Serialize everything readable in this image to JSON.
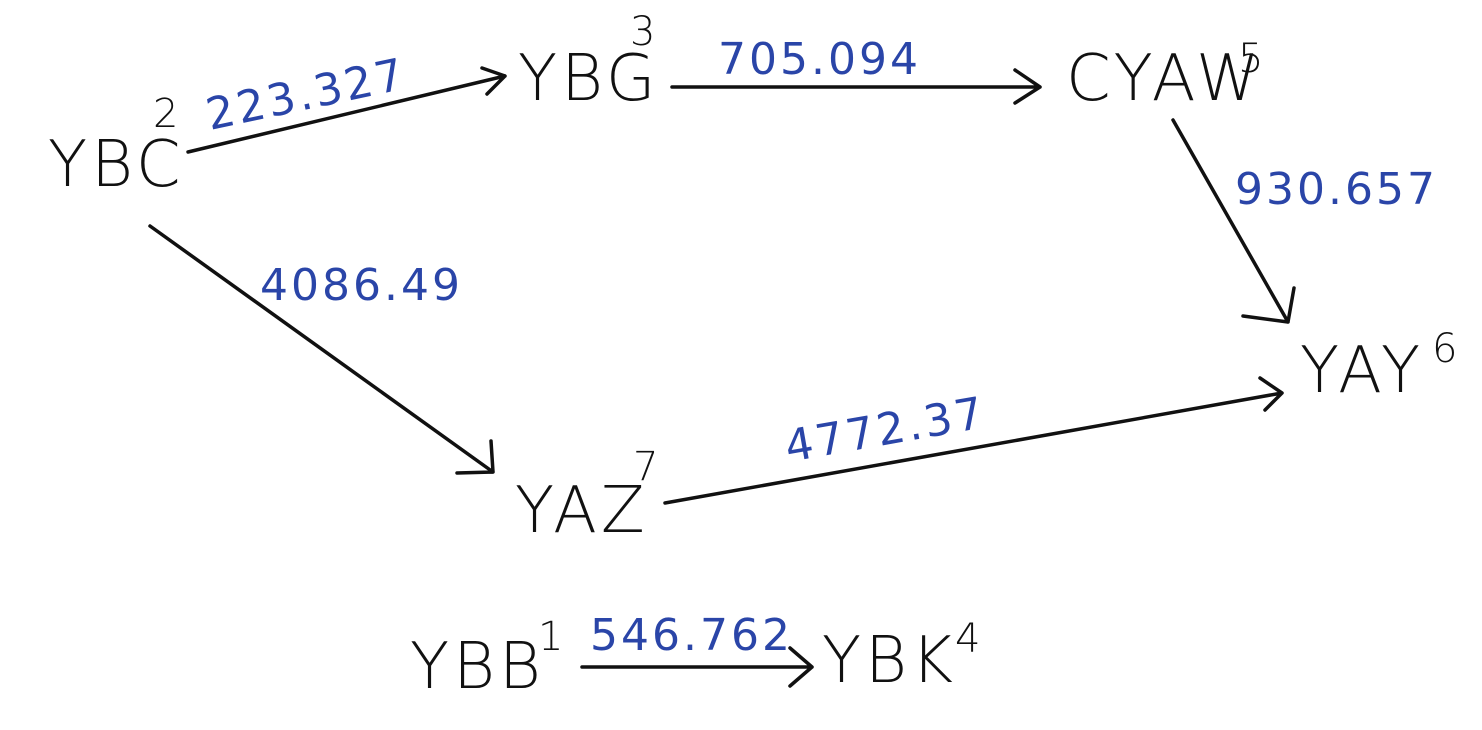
{
  "colors": {
    "ink": "#111111",
    "weight_ink": "#2a45a8",
    "background": "#ffffff"
  },
  "nodes": [
    {
      "id": "YBC",
      "label": "YBC",
      "index": "2"
    },
    {
      "id": "YBG",
      "label": "YBG",
      "index": "3"
    },
    {
      "id": "CYAW",
      "label": "CYAW",
      "index": "5"
    },
    {
      "id": "YAY",
      "label": "YAY",
      "index": "6"
    },
    {
      "id": "YAZ",
      "label": "YAZ",
      "index": "7"
    },
    {
      "id": "YBB",
      "label": "YBB",
      "index": "1"
    },
    {
      "id": "YBK",
      "label": "YBK",
      "index": "4"
    }
  ],
  "edges": [
    {
      "from": "YBC",
      "to": "YBG",
      "weight": "223.327"
    },
    {
      "from": "YBG",
      "to": "CYAW",
      "weight": "705.094"
    },
    {
      "from": "CYAW",
      "to": "YAY",
      "weight": "930.657"
    },
    {
      "from": "YBC",
      "to": "YAZ",
      "weight": "4086.49"
    },
    {
      "from": "YAZ",
      "to": "YAY",
      "weight": "4772.37"
    },
    {
      "from": "YBB",
      "to": "YBK",
      "weight": "546.762"
    }
  ]
}
